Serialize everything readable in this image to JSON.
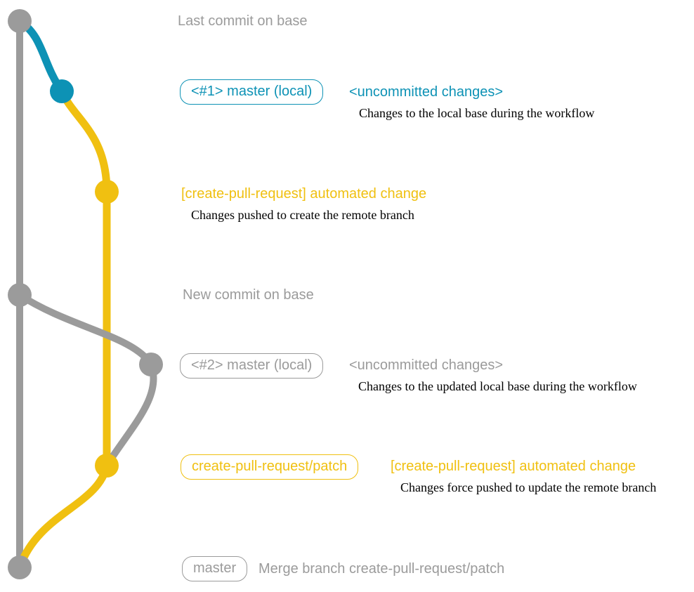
{
  "colors": {
    "gray": "#9b9b9b",
    "teal": "#0d92b5",
    "yellow": "#f0c011",
    "description_text": "#000000",
    "background": "#ffffff"
  },
  "graph": {
    "type": "git-commit-graph",
    "branches": [
      {
        "name": "base",
        "color_role": "gray"
      },
      {
        "name": "local-changes",
        "color_role": "teal"
      },
      {
        "name": "create-pull-request/patch",
        "color_role": "yellow"
      }
    ],
    "commit_dots": [
      {
        "id": "last-commit-on-base",
        "color_role": "gray"
      },
      {
        "id": "uncommitted-changes-1",
        "color_role": "teal"
      },
      {
        "id": "automated-change-1",
        "color_role": "yellow"
      },
      {
        "id": "new-commit-on-base",
        "color_role": "gray"
      },
      {
        "id": "uncommitted-changes-2",
        "color_role": "gray"
      },
      {
        "id": "automated-change-2",
        "color_role": "yellow"
      },
      {
        "id": "merge-commit",
        "color_role": "gray"
      }
    ]
  },
  "rows": {
    "last_commit": {
      "label": "Last commit on base"
    },
    "commit1": {
      "branch_tag": "<#1> master (local)",
      "title": "<uncommitted changes>",
      "description": "Changes to the local base during the workflow"
    },
    "push1": {
      "title": "[create-pull-request] automated change",
      "description": "Changes pushed to create the remote branch"
    },
    "new_commit": {
      "label": "New commit on base"
    },
    "commit2": {
      "branch_tag": "<#2> master (local)",
      "title": "<uncommitted changes>",
      "description": "Changes to the updated local base during the workflow"
    },
    "push2": {
      "branch_tag": "create-pull-request/patch",
      "title": "[create-pull-request] automated change",
      "description": "Changes force pushed to update the remote branch"
    },
    "merge": {
      "branch_tag": "master",
      "label": "Merge branch create-pull-request/patch"
    }
  }
}
